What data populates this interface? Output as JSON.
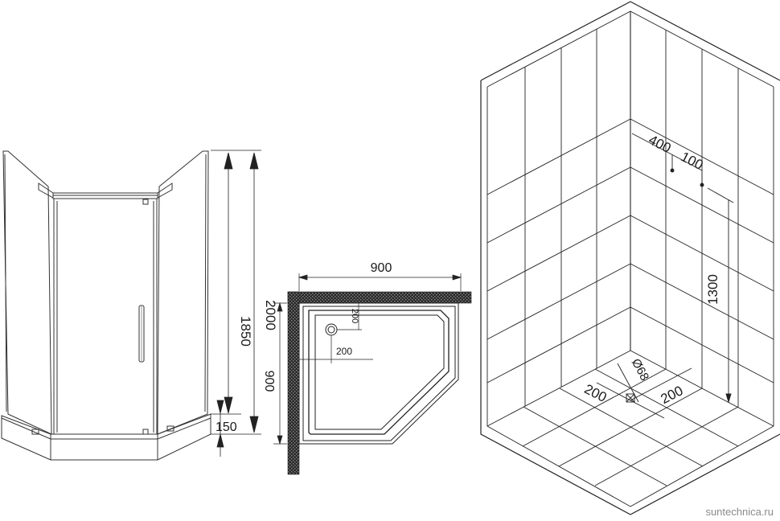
{
  "elevation": {
    "height_total": "2000",
    "height_door": "1850",
    "height_tray": "150"
  },
  "tray_plan": {
    "width": "900",
    "depth": "900",
    "drain_offset_x": "200",
    "drain_offset_y": "200"
  },
  "wall_layout": {
    "mixer_offset": "400",
    "mixer_spacing": "100",
    "mixer_height": "1300",
    "drain_diameter": "Ø68",
    "drain_offset_left": "200",
    "drain_offset_right": "200"
  },
  "watermark": "suntechnica.ru"
}
